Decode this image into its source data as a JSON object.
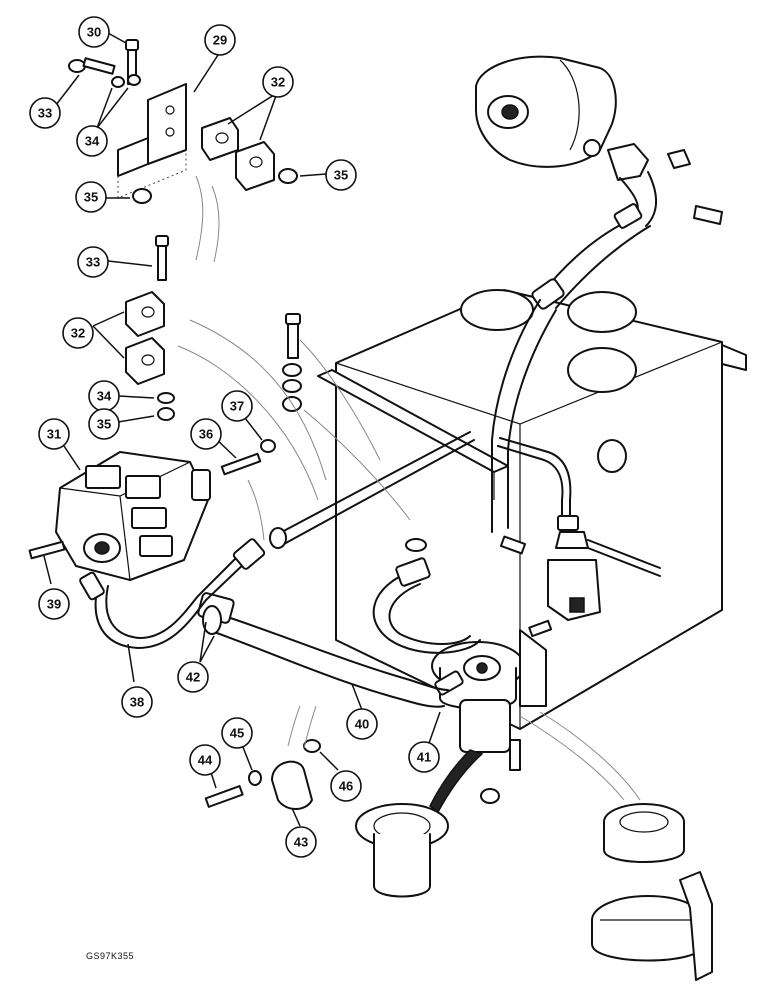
{
  "figure_code": "GS97K355",
  "callouts": [
    "30",
    "29",
    "33",
    "34",
    "32",
    "35",
    "35",
    "33",
    "32",
    "34",
    "35",
    "37",
    "36",
    "31",
    "39",
    "42",
    "38",
    "40",
    "41",
    "45",
    "44",
    "46",
    "43"
  ]
}
